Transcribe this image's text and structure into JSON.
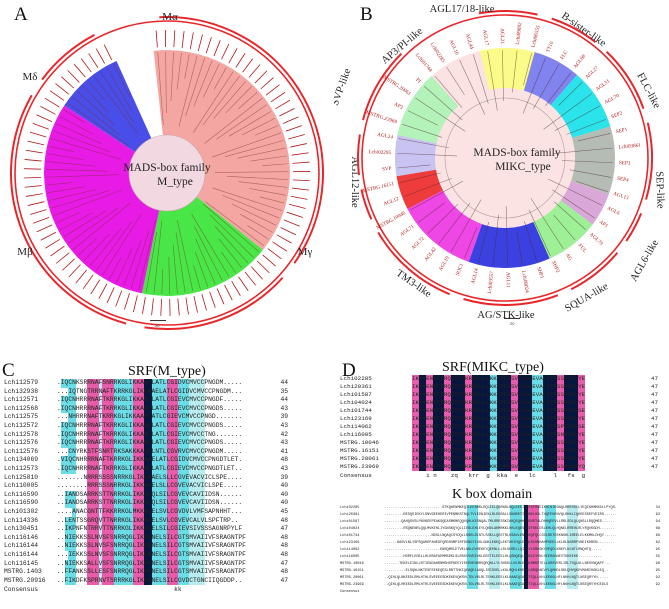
{
  "panels": {
    "A": {
      "label": "A",
      "center_title": "MADS-box family",
      "center_subtitle": "M_type",
      "scale_label": "20",
      "clades": [
        {
          "name": "Mα",
          "color": "#f4a7a2",
          "frac": 0.375
        },
        {
          "name": "Mγ",
          "color": "#49e647",
          "frac": 0.175
        },
        {
          "name": "Mβ",
          "color": "#e81be6",
          "frac": 0.31
        },
        {
          "name": "Mδ",
          "color": "#4a4ee8",
          "frac": 0.09
        }
      ],
      "leaf_count": 96
    },
    "B": {
      "label": "B",
      "center_title": "MADS-box family",
      "center_subtitle": "MIKC_type",
      "scale_label": "20",
      "clades": [
        {
          "name": "AGL17/18-like",
          "color": "#fbfb8a",
          "frac": 0.08
        },
        {
          "name": "B-sister-like",
          "color": "#8183ef",
          "frac": 0.07
        },
        {
          "name": "FLC-like",
          "color": "#2be3ea",
          "frac": 0.09
        },
        {
          "name": "SEP-like",
          "color": "#b5bcb6",
          "frac": 0.1
        },
        {
          "name": "AGL6-like",
          "color": "#d9a8d8",
          "frac": 0.05
        },
        {
          "name": "SQUA-like",
          "color": "#9ef097",
          "frac": 0.08
        },
        {
          "name": "AG/STK-like",
          "color": "#3b40e0",
          "frac": 0.12
        },
        {
          "name": "TM3-like",
          "color": "#ee47e6",
          "frac": 0.12
        },
        {
          "name": "AGL12-like",
          "color": "#ee3b3b",
          "frac": 0.05
        },
        {
          "name": "SVP-like",
          "color": "#c9c3f2",
          "frac": 0.06
        },
        {
          "name": "AP3/PI-like",
          "color": "#b3f2b9",
          "frac": 0.1
        }
      ],
      "leaves": [
        "AGL17",
        "AGL21",
        "Lchi09892",
        "Lchi06555",
        "TT16",
        "FLC",
        "AGL68",
        "AGL27",
        "AGL31",
        "AGL70",
        "SEP2",
        "SEP1",
        "Lchi03861",
        "SEP3",
        "SEP4",
        "AGL13",
        "AGL6",
        "AP1",
        "AGL79",
        "FUL",
        "AG",
        "SHP2",
        "SHP1",
        "Lchi08024",
        "AGL11",
        "Lchi03557",
        "AGL14",
        "SOC1",
        "AGL19",
        "AGL42",
        "AGL72",
        "AGL71",
        "MSTRG.10046",
        "AGL12",
        "MSTRG.16151",
        "SVP",
        "Lchi02295",
        "AGL24",
        "MSTRG.23969",
        "AP3",
        "MSTRG.20061",
        "PI",
        "Lchi01744",
        "Lchi02285",
        "AGL16",
        "AGL44"
      ]
    },
    "C": {
      "label": "C",
      "title": "SRF(M_type)",
      "names": [
        "Lchi12579",
        "Lchi32938",
        "Lchi12571",
        "Lchi12568",
        "Lchi12575",
        "Lchi12572",
        "Lchi12578",
        "Lchi12576",
        "Lchi12576",
        "Lchi34069",
        "Lchi12573",
        "Lchi25810",
        "Lchi10005",
        "Lchi16590",
        "Lchi16590",
        "Lchi01302",
        "Lchi14336",
        "Lchi30451",
        "Lchi16146",
        "Lchi16144",
        "Lchi16144",
        "Lchi16145",
        "MSTRG.1403",
        "MSTRG.20916"
      ],
      "seqs": [
        ".IQCNKSRRNAFSNRRKGLIKKAAELATLCGIDVCMVCCPNGDM.....",
        "...IQTNGTRRNAFTKRRKGLIKKAAELATLCGIDVCMVCCPNGDM...",
        ".IQCNHRRRNAFTKRRKGLIKKAAELATLCGIEVCMVCCPNGDF.....",
        ".IQCNHRRRNAFTKRRKGLIKKAAELATLCGIEVCMVCCPNGDS.....",
        "...NHRRRNAFTKRRKGLIKKAAELATLCGIEVCMVCCPNGD.......",
        ".IQCNHRRRNAFTKRRKGLIKKAAELATLCGIEVCMVCCPNGDS.....",
        ".IQCNHRRRNAFTKRRKGLIKKAAELATLCGIEVCMVCCTNG.......",
        ".IQCNHRRRNAFTKRRKGLIKKAAELATLCGIEVCMVCCPNGDS.....",
        "...CNYRKSTFSNRTRKSAKKKASKLNTLCGVRVCMVCCPNGDM.....",
        ".VIQCNHRRRNAFTKRRKGLIKKAAELATLCGIDVCMVCCPNGDTLET.",
        ".IQCNHRRRNAFTKRRKGLIKKAAELATLCGIEVCMVCCPNGDTLET..",
        ".......NRRRSSSSNRRKGLIKKAAELSLLCGVEVACVICLSPE....",
        "........RRRSSSNRRKGLIKKAAELSLLCGVEVACVICLSPE.....",
        "..IANDSARRKSTTNRRKGLIKKVEQLSILCGVEVCAVIIDSN......",
        "..IANDSARRKSTTNRRKGLIKKVEQLSILCGVEVCAVIIDSN......",
        "....ANACGNTTFKKRRKGLMKKAQELSVLCGVDVLVMFSAPNHHT...",
        "..LENTSSGRQVTTNRRKGLIKKAAELSVLCGVEVCALVLSPFTRP..",
        "..IKPNFNTRRVTTNRRKGLIKKAKELSILCGIEVSIVSSSAGNRPYLF",
        "..NIEKKSSLNVSFSNRRQGLIKKANELSILCGTSMVAIIVFSRAGNTPF",
        "..NIEKKSSLNVSFSNRRQGLIKKANELSILCGTSMVAIIVFSRAGNTPF",
        "...IEKKSSLNVSFSNRRQGLIKKANELSILCGTSMVAIIVFSRAGNTPF",
        "..NIEKKSALLVSFSNRRQGLIKKANELSILCGTSMVAIIVFSRAGNTPF",
        "..FFANKSSLLESFSNRRQGLIKKANELSILCGTSMVAIIVFSRAGNTPF",
        "..FIKDFKSPRNVTSRRRKGLIKKANELSILCGVDCTGNCIIQGDDP.."
      ],
      "counts": [
        "44",
        "35",
        "44",
        "43",
        "39",
        "43",
        "42",
        "43",
        "41",
        "48",
        "43",
        "39",
        "40",
        "40",
        "40",
        "45",
        "48",
        "47",
        "48",
        "48",
        "48",
        "47",
        "48",
        "47"
      ],
      "consensus_label": "Consensus",
      "consensus": "                               kk"
    },
    "D": {
      "label": "D",
      "title": "SRF(MIKC_type)",
      "names": [
        "Lchi02285",
        "Lchi20361",
        "Lchi01587",
        "Lchi04024",
        "Lchi01744",
        "Lchi23169",
        "Lchi14062",
        "Lchi16005",
        "MSTRG.10046",
        "MSTRG.16151",
        "MSTRG.20061",
        "MSTRG.23969"
      ],
      "seqs": [
        "IKRIENKINRQVTFSKRRNGLLKKAYELSVLCDAEVALIIFSSRGKLYE",
        "IKRIENNTNRQVTFSKRRNGLLKKAYELSVLCDAEVALIIFSSRGKLYE",
        "IKRIENKTNRQVTFSKRRNGLLKKAYELSVLCDAEVALIIFSSRGKLYE",
        "IKRIENTTNRQVTFSKRRNGLLKKAYELSVLCDAEVALIIFSSRGKLYE",
        "IKRIENKTNRQVTFSKRRNGLLKKAYELSVLCDAEVALIIFSSRGKLSE",
        "IKRIENKTNRQVTFSKRRNGLLKKAYELSVLCDAEVALIIFSSRGKLYE",
        "IKRIENKTNRQVTFSKRRNGLLKKAYELSVLCDAEVALIIFSPKGKLSE",
        "IKRIENTTNRQVTFSKRRNGLLKKAYELSVLCDAEVALIIFSNRGKLYE",
        "IKRIENKTNRQVTFSKRRNGLLKKAYELSVLCDAEVALIIFSSRGKLYE",
        "IKRIENKTNRQVTFSKRRNGLLKKAYELSVLCDAEVALIIFSSRGKLYE",
        "IKRIENKTNRQVTFSKRRNGLLKKAYELSVLCDAEVALIIFSSRGKLYE",
        "IKRIENKTNRQVTFSKRRNGLLKKAYELSVLCDAEVALIIFSSRGRAYQ"
      ],
      "counts": [
        "47",
        "47",
        "47",
        "47",
        "47",
        "47",
        "47",
        "47",
        "47",
        "47",
        "47",
        "47"
      ],
      "consensus_label": "Consensus",
      "consensus": "    i n    zq   krr  g  kka  e   lc     l   fs  g",
      "kbox_title": "K box domain",
      "kbox_names": [
        "Lchi02285",
        "Lchi20361",
        "Lchi01587",
        "Lchi04024",
        "Lchi01744",
        "Lchi23169",
        "Lchi14062",
        "Lchi16005",
        "MSTRG.10046",
        "MSTRG.16151",
        "MSTRG.20061",
        "MSTRG.23969"
      ],
      "kbox_seqs": [
        "...........................STKQHENMKEQILEENRKLRQLIELQKRNSLKQLEEEIGKFSFHSEIKHLNIEGNQLRREHSLLYEQIKHMKKDLLPYQS.",
        ".........RESQSIEKYLSNVGEEHERIVPENMKSTNQLTVLEDNIEKLRLEKRALLSKNRETIKDSKLHSLTHQFEHENVQLRHKLIQKEESSEFVEIRS......",
        "........QAHQSVSLPNVKEEPEAKSQEASMKMEQQVQHLKESNQALTMLRRESSKIKKQSQHHMRSVRTALDNHQEEVLLRRLSDLQLQNSLLRQQMES......",
        ".........RSQNENRLQQLMVKEHLIYGNSKQYQLLIEKLEHLEYLQNDLAKMRKKLHHLEQESKRIFSELDSLEHLQLHQNELRREHLRLYRQVKGDH.......",
        "......................NDSLLNQAQCSYDQLLNSKLDINTLSSKLLQEETRLKSAVLENKLKQFQLCSDLRDTEEKNSHLIMEELELKKMKLDHQY......",
        "......HASVLNLYSPSQAHEPAHEGFQRDSSMPIRFDDNGYIGSLGNKLEKEQLEKTHKIHQLEKQLSVSMHAHPSEELLKLRLNGRRFVNEIKDRDN........",
        "..........................ENSQMSLETVELNKLDVHEKEYQEENLLLRLSERELLQIPIYLSRKGKYVEQELKNEFLNLNTLRNQHTQ.....",
        ".........HDRFLEGELLHLRRAFAEMMSDKLSLRSSVVVEEVKLEEETELEEELHLQSNQEQLRRGLEIVNLHIERAGNEVTDKEEKK...........",
        ".......TEKELEINLLRTIENDAHRNMSHSPKEEYIEEEHENHRVQRQNLLYLSHSDLLNLRLEAMLRMKRTELLGRSVERLIRLTGQLKLLNESVNQAPF...",
        "..........ELSQNLNKTESFEEKEQESLRNTTHKIQEAQELAGQLIRCSVELLKGLRQHLKHEEELNRQDAEVYLQHNDLSKLQHVQKEVMARIHGKLEQ..",
        "..QIHLQLNKEEDLRMLHTHLSVEEEESDKEKEVQKRVLTDLVRLRLTEHKLEEELKLKAAEQIAGETIQLLKHLEEKGLHFLNKHLNQTLNSEQRYYH.....",
        "..QIHLQLHKEEDLRMLHTHLSVEEEESDKEKEVQKRVLTDLVRLRLTEHKLEEELKLKAAEQIAGETIQLLKHLEEKGLHFLNKHLNQTLNSEQRYYHCEDLS"
      ],
      "kbox_counts": [
        "34",
        "93",
        "94",
        "68",
        "69",
        "82",
        "95",
        "55",
        "96",
        "95",
        "92",
        "92"
      ],
      "kbox_consensus_label": "Consensus"
    }
  },
  "palette": {
    "ring": "#e8262a",
    "conserved": "#07163d",
    "high": "#e85ca9",
    "mid": "#6bdde6",
    "low": "#b8ecef",
    "center": "#f2d8e0"
  }
}
